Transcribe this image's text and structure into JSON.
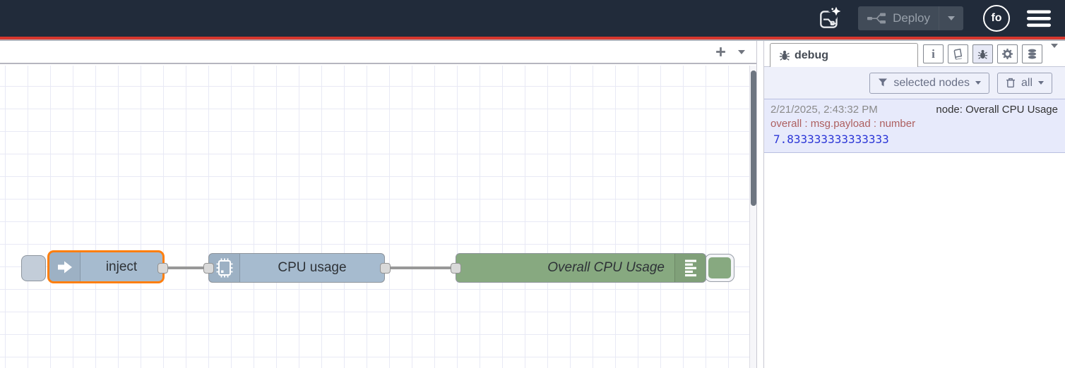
{
  "header": {
    "deploy": {
      "label": "Deploy"
    },
    "avatar": {
      "initials": "fo"
    }
  },
  "flow": {
    "selection_color": "#ff7f0e",
    "wire_color": "#999999",
    "nodes": [
      {
        "type": "inject",
        "label": "inject",
        "color": "#a6bbcf",
        "selected": true,
        "icon": "inject-arrow-icon"
      },
      {
        "type": "cpu",
        "label": "CPU usage",
        "color": "#a6bbcf",
        "selected": false,
        "icon": "chip-icon"
      },
      {
        "type": "debug",
        "label": "Overall CPU Usage",
        "color": "#87a980",
        "selected": false,
        "icon": "list-icon",
        "enabled": true
      }
    ]
  },
  "sidebar": {
    "active_tab": {
      "label": "debug",
      "icon": "bug-icon"
    },
    "tab_icons": [
      "info-icon",
      "book-icon",
      "bug-icon",
      "gear-icon",
      "database-icon"
    ],
    "filter_button": {
      "label": "selected nodes",
      "icon": "filter-icon"
    },
    "clear_button": {
      "label": "all",
      "icon": "trash-icon"
    },
    "messages": [
      {
        "timestamp": "2/21/2025, 2:43:32 PM",
        "source": "node: Overall CPU Usage",
        "property": "overall : msg.payload : number",
        "value": "7.833333333333333",
        "property_color": "#ad5f5f",
        "value_color": "#2b36d7"
      }
    ]
  },
  "colors": {
    "header_bg": "#212b3a",
    "header_accent_line": "#d7372e",
    "debug_message_bg": "#e7eafb"
  }
}
